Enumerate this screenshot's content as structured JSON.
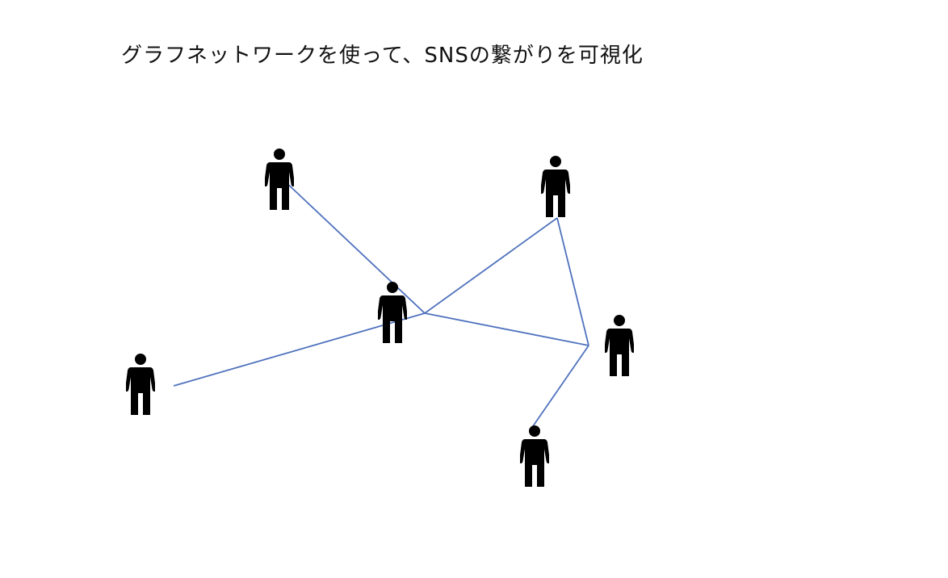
{
  "title": "グラフネットワークを使って、SNSの繋がりを可視化",
  "colors": {
    "edge": "#4f72bd",
    "person": "#000000",
    "background": "#ffffff"
  },
  "icons": {
    "person": "person-icon"
  },
  "graph": {
    "nodes": [
      {
        "id": "p1"
      },
      {
        "id": "p2"
      },
      {
        "id": "p3"
      },
      {
        "id": "p4"
      },
      {
        "id": "p5"
      },
      {
        "id": "p6"
      }
    ],
    "hubs": [
      {
        "id": "h1"
      },
      {
        "id": "h2"
      }
    ],
    "edges": [
      {
        "from": "p1",
        "to": "h1"
      },
      {
        "from": "p2",
        "to": "h1"
      },
      {
        "from": "p4",
        "to": "h1"
      },
      {
        "from": "p2",
        "to": "h2"
      },
      {
        "from": "h1",
        "to": "h2"
      },
      {
        "from": "h2",
        "to": "p6"
      }
    ]
  }
}
